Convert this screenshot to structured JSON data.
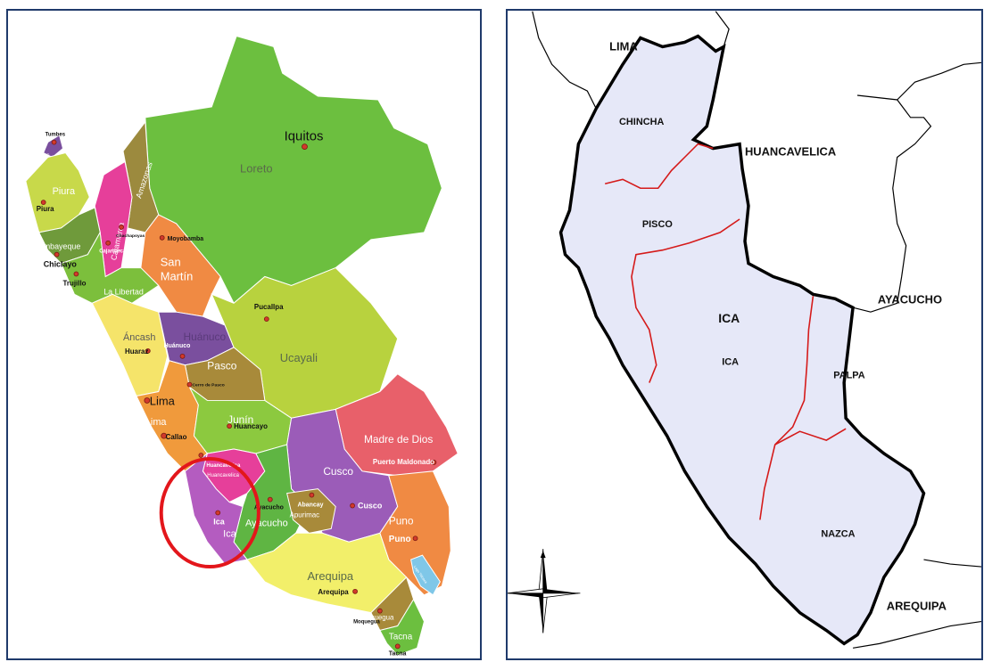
{
  "left_map": {
    "departments": {
      "loreto": "Loreto",
      "san_martin": "San\nMartín",
      "amazonas": "Amazonas",
      "cajamarca": "Cajamarca",
      "piura": "Piura",
      "lambayeque": "Lambayeque",
      "la_libertad": "La Libertad",
      "ancash": "Áncash",
      "huanuco": "Huánuco",
      "pasco": "Pasco",
      "ucayali": "Ucayali",
      "lima": "Lima",
      "junin": "Junín",
      "madre_de_dios": "Madre de Dios",
      "cusco": "Cusco",
      "huancavelica": "Huancavelica",
      "ayacucho": "Ayacucho",
      "apurimac": "Apurimac",
      "ica": "Ica",
      "puno": "Puno",
      "arequipa": "Arequipa",
      "moquegua": "Moquegua",
      "tacna": "Tacna",
      "tumbes": "Tumbes",
      "lago": "Lago Titicaca"
    },
    "cities": {
      "iquitos": "Iquitos",
      "tumbes": "Tumbes",
      "piura": "Piura",
      "chiclayo": "Chiclayo",
      "chachapoyas": "Chachapoyas",
      "moyobamba": "Moyobamba",
      "cajamarca": "Cajamarca",
      "trujillo": "Trujillo",
      "huaraz": "Huaraz",
      "huanuco": "Huánuco",
      "pucallpa": "Pucallpa",
      "cerro_de_pasco": "Cerro de Pasco",
      "lima": "Lima",
      "callao": "Callao",
      "huancayo": "Huancayo",
      "puerto_maldonado": "Puerto Maldonado",
      "huancavelica": "Huancavelica",
      "ayacucho": "Ayacucho",
      "abancay": "Abancay",
      "cusco": "Cusco",
      "ica": "Ica",
      "puno": "Puno",
      "arequipa": "Arequipa",
      "moquegua": "Moquegua",
      "tacna": "Tacna"
    },
    "colors": {
      "loreto": "#6cbf3f",
      "san_martin": "#f08a43",
      "amazonas": "#9c8a3e",
      "cajamarca": "#e63f9a",
      "piura": "#c8d94a",
      "lambayeque": "#6f9a3b",
      "la_libertad": "#7cbf3c",
      "ancash": "#f5e46a",
      "huanuco": "#7a4f9e",
      "pasco": "#a88a3a",
      "ucayali": "#b8d23e",
      "lima": "#f09a3c",
      "junin": "#8cc93f",
      "madre_de_dios": "#e8606a",
      "cusco": "#9b5cb8",
      "huancavelica": "#e63f9a",
      "ayacucho": "#5fb543",
      "apurimac": "#a88a3a",
      "ica": "#b45cc0",
      "puno": "#f08a43",
      "arequipa": "#f2ef6a",
      "moquegua": "#a88a3a",
      "tacna": "#6cbf3f",
      "tumbes": "#7a4f9e",
      "highlight_circle": "#e3161b",
      "frame": "#1f3a6b"
    }
  },
  "right_map": {
    "regions": {
      "lima": "LIMA",
      "huancavelica": "HUANCAVELICA",
      "ayacucho": "AYACUCHO",
      "arequipa": "AREQUIPA"
    },
    "provinces": {
      "chincha": "CHINCHA",
      "pisco": "PISCO",
      "ica_region": "ICA",
      "ica": "ICA",
      "palpa": "PALPA",
      "nazca": "NAZCA"
    },
    "colors": {
      "ica_fill": "#e6e8f8",
      "province_border": "#d51a1a",
      "region_border": "#000000"
    },
    "icons": {
      "compass": "compass-rose-icon"
    }
  }
}
